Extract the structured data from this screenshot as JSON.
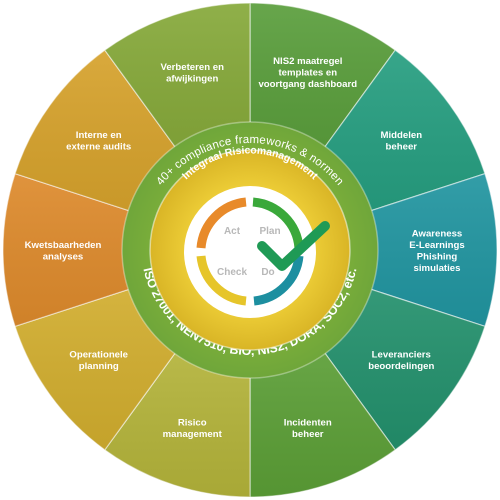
{
  "segments": [
    {
      "lines": [
        "NIS2 maatregel",
        "templates en",
        "voortgang dashboard"
      ],
      "color": "#5a9e3c"
    },
    {
      "lines": [
        "Middelen",
        "beheer"
      ],
      "color": "#269e80"
    },
    {
      "lines": [
        "Awareness",
        "E-Learnings",
        "Phishing",
        "simulaties"
      ],
      "color": "#2195a0"
    },
    {
      "lines": [
        "Leveranciers",
        "beoordelingen"
      ],
      "color": "#23906c"
    },
    {
      "lines": [
        "Incidenten",
        "beheer"
      ],
      "color": "#5b9e36"
    },
    {
      "lines": [
        "Risico",
        "management"
      ],
      "color": "#b3b33a"
    },
    {
      "lines": [
        "Operationele",
        "planning"
      ],
      "color": "#d1ad2e"
    },
    {
      "lines": [
        "Kwetsbaarheden",
        "analyses"
      ],
      "color": "#dd8a2c"
    },
    {
      "lines": [
        "Interne en",
        "externe audits"
      ],
      "color": "#d6a22c"
    },
    {
      "lines": [
        "Verbeteren en",
        "afwijkingen"
      ],
      "color": "#86a93a"
    }
  ],
  "ring": {
    "top_text": "40+ compliance frameworks & normen",
    "bottom_text": "ISO 27001, NEN7510, BIO, NIS2, DORA, SOC2, etc.",
    "inner_text": "Integraal Risicomanagement"
  },
  "pdca": {
    "act": "Act",
    "plan": "Plan",
    "check": "Check",
    "do": "Do"
  },
  "colors": {
    "ring_outer": "#7fb33a",
    "ring_inner": "#8dbd3a",
    "hub_ring": "#e6c52a",
    "checkmark": "#1f9a55",
    "arc_green": "#3aa83a",
    "arc_teal": "#1d8fa0",
    "arc_orange": "#e88a2a",
    "arc_yellow": "#e6c52a"
  }
}
